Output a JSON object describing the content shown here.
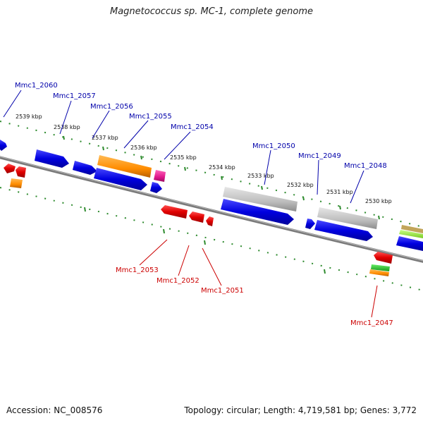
{
  "title": "Magnetococcus sp. MC-1, complete genome",
  "footer": {
    "accession": "Accession: NC_008576",
    "topology": "Topology: circular; Length: 4,719,581 bp; Genes: 3,772"
  },
  "colors": {
    "forward_gene": "#0000cc",
    "reverse_gene": "#cc0000",
    "forward_label": "#0000aa",
    "reverse_label": "#cc0000",
    "backbone": "#808080",
    "tick": "#2e8b2e",
    "gray_feature": "#bdbdbd",
    "orange_feature": "#ff8c00",
    "magenta_feature": "#e0178c",
    "green_feature": "#22bb22",
    "lime_feature": "#99ee33"
  },
  "ruler": {
    "unit": "kbp",
    "labels": [
      "2539 kbp",
      "2538 kbp",
      "2537 kbp",
      "2536 kbp",
      "2535 kbp",
      "2534 kbp",
      "2533 kbp",
      "2532 kbp",
      "2531 kbp",
      "2530 kbp"
    ]
  },
  "genes": {
    "forward": [
      "Mmc1_2060",
      "Mmc1_2057",
      "Mmc1_2056",
      "Mmc1_2055",
      "Mmc1_2054",
      "Mmc1_2050",
      "Mmc1_2049",
      "Mmc1_2048"
    ],
    "reverse": [
      "Mmc1_2053",
      "Mmc1_2052",
      "Mmc1_2051",
      "Mmc1_2047"
    ]
  }
}
